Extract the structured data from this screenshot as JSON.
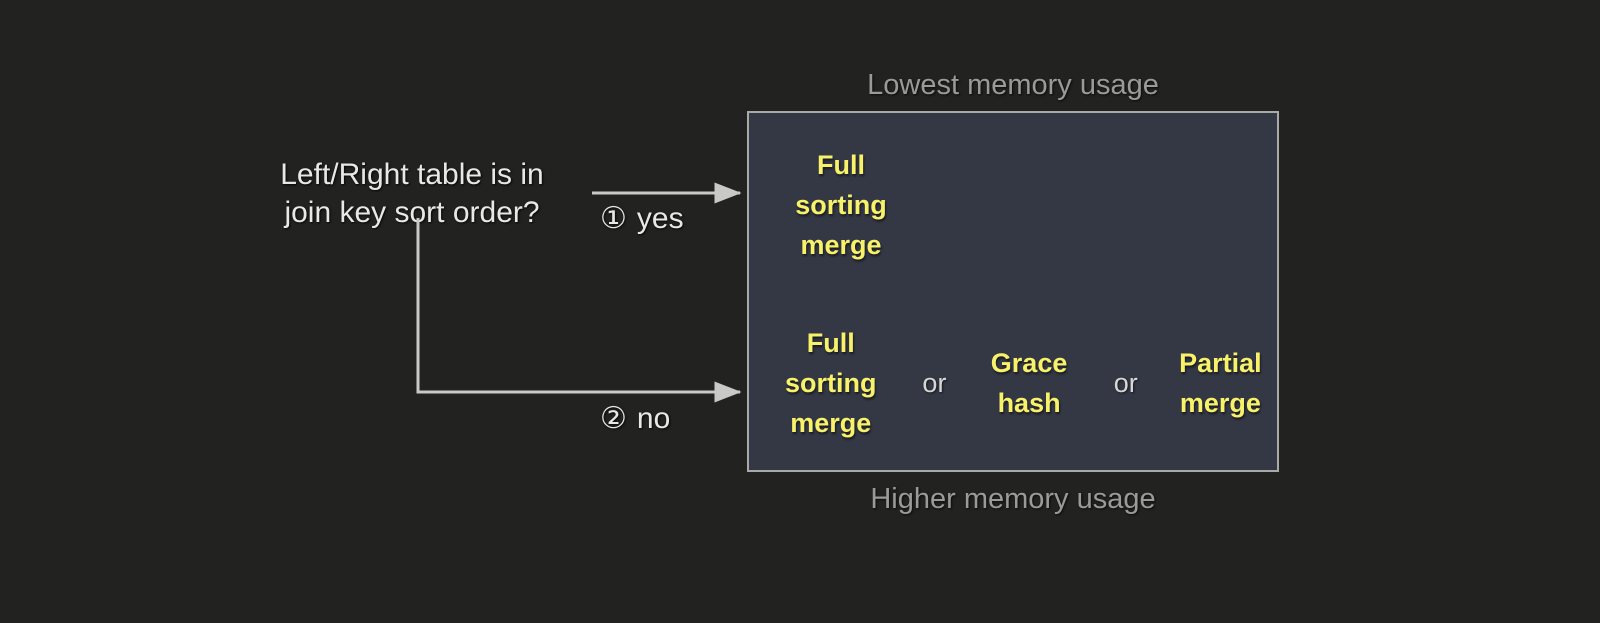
{
  "diagram": {
    "question": {
      "line1": "Left/Right table is in",
      "line2": "join key sort order?"
    },
    "branches": [
      {
        "marker": "①",
        "label": "yes"
      },
      {
        "marker": "②",
        "label": "no"
      }
    ],
    "captions": {
      "top": "Lowest memory usage",
      "bottom": "Higher memory usage"
    },
    "separator": "or",
    "rows": {
      "sorted": {
        "options": [
          {
            "line1": "Full",
            "line2": "sorting",
            "line3": "merge"
          }
        ]
      },
      "unsorted": {
        "options": [
          {
            "line1": "Full",
            "line2": "sorting",
            "line3": "merge"
          },
          {
            "line1": "Grace",
            "line2": "hash",
            "line3": ""
          },
          {
            "line1": "Partial",
            "line2": "merge",
            "line3": ""
          }
        ]
      }
    },
    "colors": {
      "background": "#222220",
      "panel_fill": "#343845",
      "panel_border": "#a9aaa8",
      "option_text": "#f8f16a",
      "caption_text": "#9a9b98",
      "primary_text": "#e8e9e6"
    }
  }
}
